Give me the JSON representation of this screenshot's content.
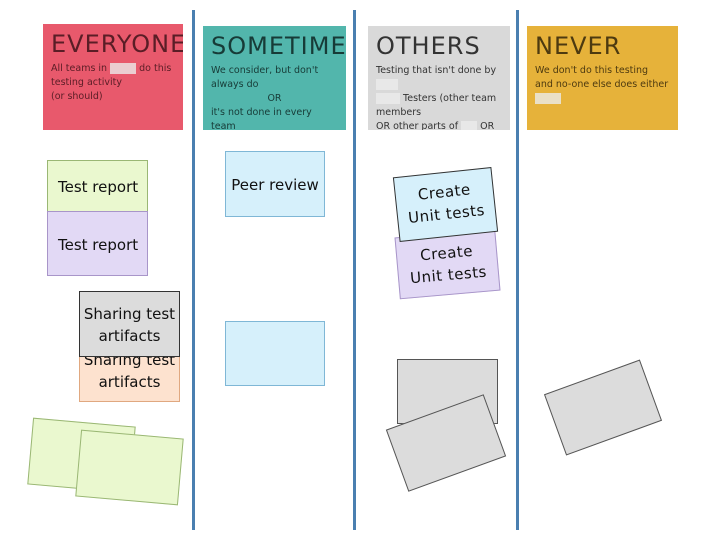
{
  "columns": [
    {
      "title": "EVERYONE",
      "desc_parts": [
        "All teams in",
        "do this",
        "testing activity",
        "(or should)"
      ],
      "color": "#e8596c",
      "text_color": "#5a1d26"
    },
    {
      "title": "SOMETIMES",
      "desc_parts": [
        "We consider, but don't always do",
        "OR",
        "it's not done in every team"
      ],
      "color": "#52b6ac",
      "text_color": "#173b37"
    },
    {
      "title": "OTHERS",
      "desc_parts": [
        "Testing that isn't done by",
        "Testers (other team members",
        "OR other parts of",
        "OR external)"
      ],
      "color": "#d9d9d9",
      "text_color": "#333333"
    },
    {
      "title": "NEVER",
      "desc_parts": [
        "We don't do this testing",
        "and no-one else does either"
      ],
      "color": "#e6b23a",
      "text_color": "#4d3a10"
    }
  ],
  "notes": {
    "test_report_1": "Test report",
    "test_report_2": "Test report",
    "sharing_1_line1": "Sharing test",
    "sharing_1_line2": "artifacts",
    "sharing_2_line1": "Sharing test",
    "sharing_2_line2": "artifacts",
    "peer_review": "Peer review",
    "create_1_line1": "Create",
    "create_1_line2": "Unit tests",
    "create_2_line1": "Create",
    "create_2_line2": "Unit tests"
  },
  "colors": {
    "divider": "#4a7fb0",
    "green_note": "#eaf8cf",
    "purple_note": "#e2d9f5",
    "orange_note": "#fde2cf",
    "blue_note": "#d6f0fb",
    "gray_note": "#dcdcdc"
  }
}
